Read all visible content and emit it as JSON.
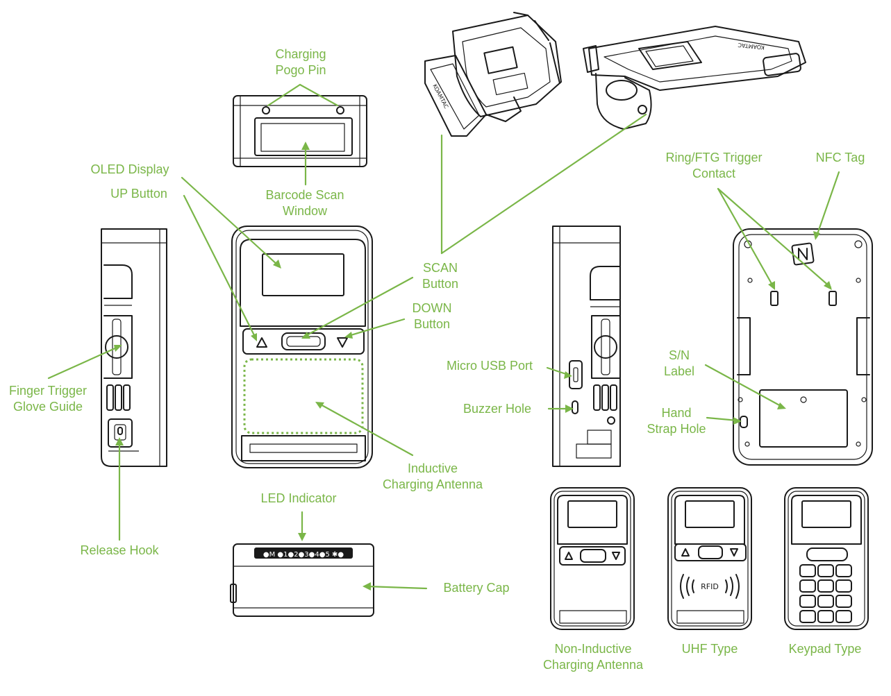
{
  "labels": {
    "charging_pogo_pin": [
      "Charging",
      "Pogo Pin"
    ],
    "oled_display": "OLED Display",
    "up_button": "UP Button",
    "barcode_scan_window": [
      "Barcode Scan",
      "Window"
    ],
    "scan_button": [
      "SCAN",
      "Button"
    ],
    "down_button": [
      "DOWN",
      "Button"
    ],
    "finger_trigger_glove_guide": [
      "Finger Trigger",
      "Glove Guide"
    ],
    "micro_usb_port": "Micro USB Port",
    "buzzer_hole": "Buzzer Hole",
    "inductive_charging_antenna": [
      "Inductive",
      "Charging Antenna"
    ],
    "led_indicator": "LED Indicator",
    "release_hook": "Release Hook",
    "battery_cap": "Battery Cap",
    "ring_ftg_trigger_contact": [
      "Ring/FTG Trigger",
      "Contact"
    ],
    "nfc_tag": "NFC Tag",
    "sn_label": [
      "S/N",
      "Label"
    ],
    "hand_strap_hole": [
      "Hand",
      "Strap Hole"
    ],
    "non_inductive_charging_antenna": [
      "Non-Inductive",
      "Charging Antenna"
    ],
    "uhf_type": "UHF Type",
    "keypad_type": "Keypad Type"
  },
  "device_marks": {
    "led_strip": "●M ●1●2●3●4●5 ✱●",
    "rfid": "RFID",
    "brand": "KOAMTAC"
  },
  "colors": {
    "label_green": "#7ab648",
    "line_art": "#1a1a1a",
    "background": "#ffffff"
  }
}
